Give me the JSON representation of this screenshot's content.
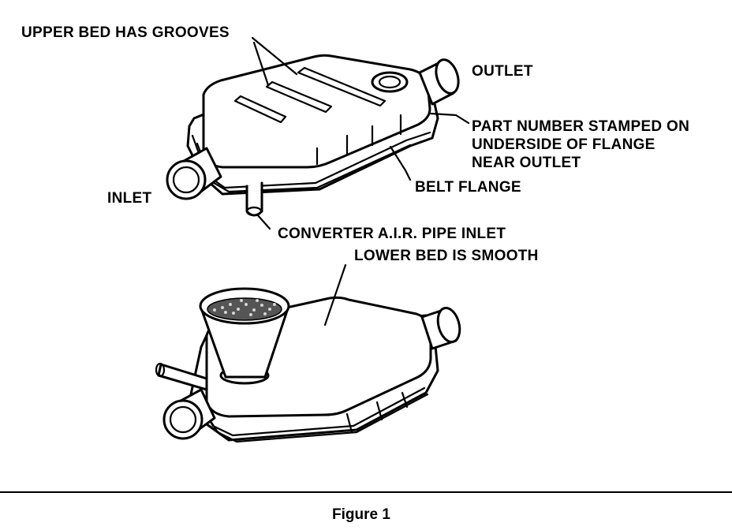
{
  "labels": {
    "upper_bed": "UPPER BED HAS GROOVES",
    "outlet": "OUTLET",
    "part_number_1": "PART NUMBER STAMPED ON",
    "part_number_2": "UNDERSIDE OF FLANGE",
    "part_number_3": "NEAR OUTLET",
    "belt_flange": "BELT FLANGE",
    "inlet": "INLET",
    "air_pipe": "CONVERTER A.I.R. PIPE INLET",
    "lower_bed": "LOWER BED IS SMOOTH"
  },
  "caption": "Figure 1"
}
